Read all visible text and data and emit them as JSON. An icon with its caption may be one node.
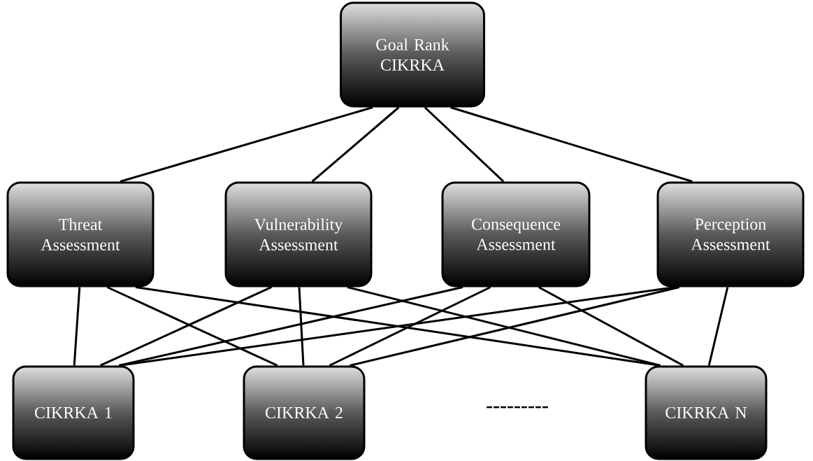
{
  "diagram": {
    "nodes": [
      {
        "text": [
          "Goal Rank CIKRKA"
        ]
      },
      {
        "text": [
          "Threat Assessment"
        ]
      },
      {
        "text": [
          "Vulnerability Assessment"
        ]
      },
      {
        "text": [
          "Consequence Assessment"
        ]
      },
      {
        "text": [
          "Perception Assessment"
        ]
      },
      {
        "text": [
          "CIKRKA 1"
        ]
      },
      {
        "text": [
          "CIKRKA 2"
        ]
      },
      {
        "text": [
          "CIKRKA N"
        ]
      }
    ],
    "edges": [
      {
        "from": 0,
        "to": 1,
        "arrow": "none"
      },
      {
        "from": 0,
        "to": 2,
        "arrow": "none"
      },
      {
        "from": 0,
        "to": 3,
        "arrow": "none"
      },
      {
        "from": 0,
        "to": 4,
        "arrow": "none"
      },
      {
        "from": 1,
        "to": 5,
        "arrow": "none"
      },
      {
        "from": 1,
        "to": 6,
        "arrow": "none"
      },
      {
        "from": 1,
        "to": 7,
        "arrow": "none"
      },
      {
        "from": 2,
        "to": 5,
        "arrow": "none"
      },
      {
        "from": 2,
        "to": 6,
        "arrow": "none"
      },
      {
        "from": 2,
        "to": 7,
        "arrow": "none"
      },
      {
        "from": 3,
        "to": 5,
        "arrow": "none"
      },
      {
        "from": 3,
        "to": 6,
        "arrow": "none"
      },
      {
        "from": 3,
        "to": 7,
        "arrow": "none"
      },
      {
        "from": 4,
        "to": 5,
        "arrow": "none"
      },
      {
        "from": 4,
        "to": 6,
        "arrow": "none"
      },
      {
        "from": 4,
        "to": 7,
        "arrow": "none"
      }
    ],
    "labels": [
      "---------"
    ]
  }
}
